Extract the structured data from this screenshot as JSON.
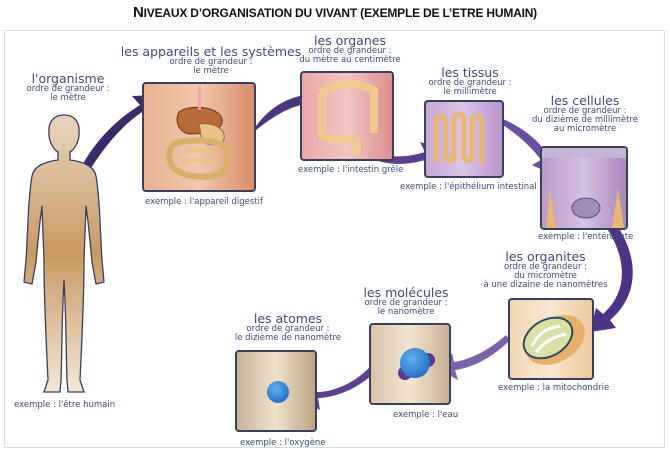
{
  "title": "Niveaux d’organisation du vivant (exemple de l’être humain)",
  "title_parts": {
    "cap1": "N",
    "rest1": "IVEAUX D’",
    "cap2": "",
    "rest2": "ORGANISATION DU VIVANT (EXEMPLE DE L’ETRE HUMAIN)"
  },
  "colors": {
    "arrow": "#5a3a8c",
    "text": "#3d4b78",
    "frame": "#cfe3e3"
  },
  "levels": [
    {
      "id": "organisme",
      "name": "l'organisme",
      "label": "ordre de grandeur :",
      "scale": [
        "le mètre"
      ],
      "example": "exemple : l'être humain",
      "icon": "human-body"
    },
    {
      "id": "appareils",
      "name": "les appareils et les systèmes",
      "label": "ordre de grandeur :",
      "scale": [
        "le mètre"
      ],
      "example": "exemple : l'appareil digestif",
      "icon": "digestive-system"
    },
    {
      "id": "organes",
      "name": "les organes",
      "label": "ordre de grandeur :",
      "scale": [
        "du mètre au centimètre"
      ],
      "example": "exemple : l'intestin grêle",
      "icon": "small-intestine"
    },
    {
      "id": "tissus",
      "name": "les tissus",
      "label": "ordre de grandeur :",
      "scale": [
        "le millimètre"
      ],
      "example": "exemple : l'épithélium intestinal",
      "icon": "intestinal-epithelium"
    },
    {
      "id": "cellules",
      "name": "les cellules",
      "label": "ordre de grandeur :",
      "scale": [
        "du dizième de millimètre",
        "au micromètre"
      ],
      "example": "exemple : l'entérocyte",
      "icon": "enterocyte"
    },
    {
      "id": "organites",
      "name": "les organites",
      "label": "ordre de grandeur :",
      "scale": [
        "du micromètre",
        "à une dizaine de nanomètres"
      ],
      "example": "exemple : la mitochondrie",
      "icon": "mitochondrion"
    },
    {
      "id": "molecules",
      "name": "les molécules",
      "label": "ordre de grandeur :",
      "scale": [
        "le nanomètre"
      ],
      "example": "exemple : l'eau",
      "icon": "water-molecule"
    },
    {
      "id": "atomes",
      "name": "les atomes",
      "label": "ordre de grandeur :",
      "scale": [
        "le dizième de nanomètre"
      ],
      "example": "exemple : l'oxygène",
      "icon": "oxygen-atom"
    }
  ]
}
